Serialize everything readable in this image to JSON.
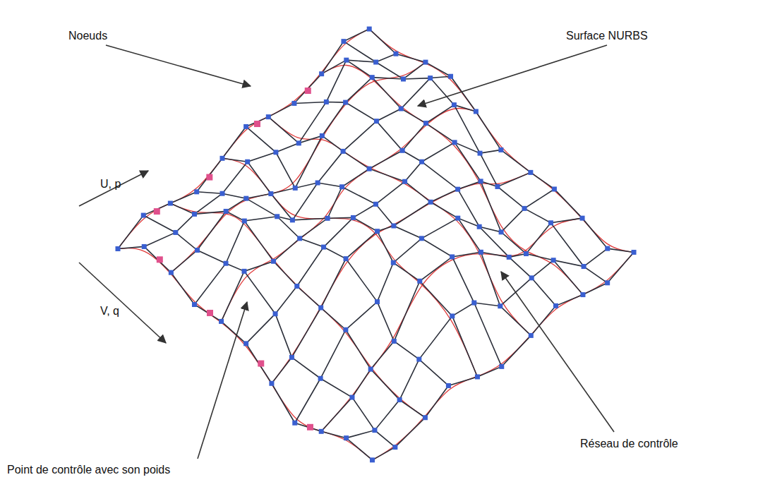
{
  "diagram": {
    "labels": [
      "Noeuds",
      "Surface NURBS",
      "U, p",
      "V, q",
      "Réseau de contrôle",
      "Point de contrôle avec son poids"
    ]
  }
}
